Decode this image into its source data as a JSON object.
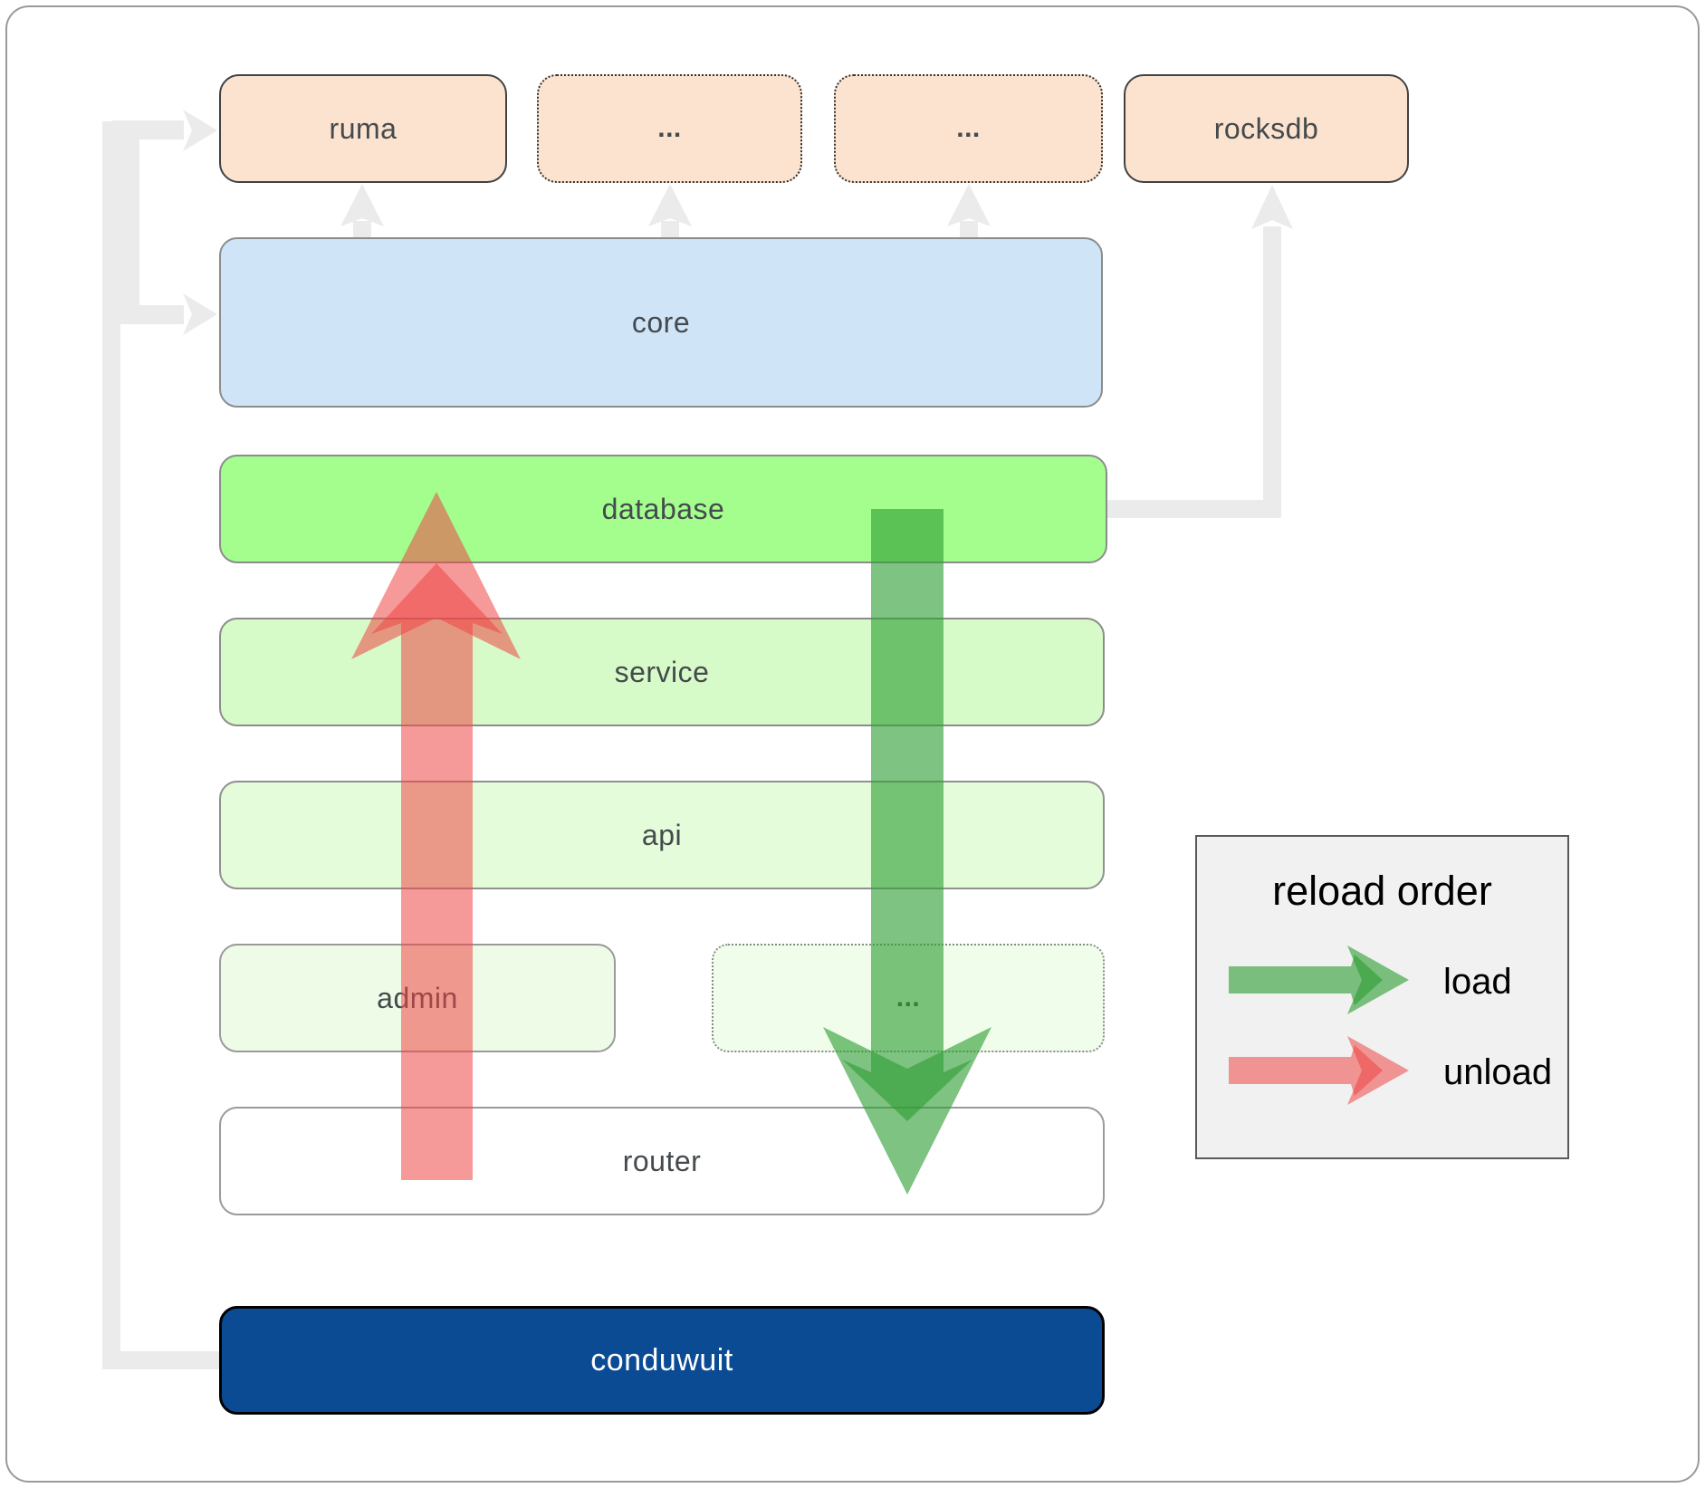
{
  "nodes": {
    "ruma": "ruma",
    "ellipsis_top_1": "...",
    "ellipsis_top_2": "...",
    "rocksdb": "rocksdb",
    "core": "core",
    "database": "database",
    "service": "service",
    "api": "api",
    "admin": "admin",
    "ellipsis_mid": "...",
    "router": "router",
    "conduwuit": "conduwuit"
  },
  "legend": {
    "title": "reload order",
    "items": [
      {
        "label": "load",
        "color": "#2f9e33"
      },
      {
        "label": "unload",
        "color": "#ee4545"
      }
    ]
  },
  "colors": {
    "dependency_peach": "#fbe3cf",
    "core_blue": "#d0e4f8",
    "database_green": "#a3fe8e",
    "service_green": "#d7fbc8",
    "api_green": "#e4fcd9",
    "admin_green": "#eefce7",
    "conduwuit_blue": "#0b4b93",
    "connector_gray": "#ebebeb",
    "load_green": "#2f9e33",
    "unload_red": "#ee4545"
  }
}
